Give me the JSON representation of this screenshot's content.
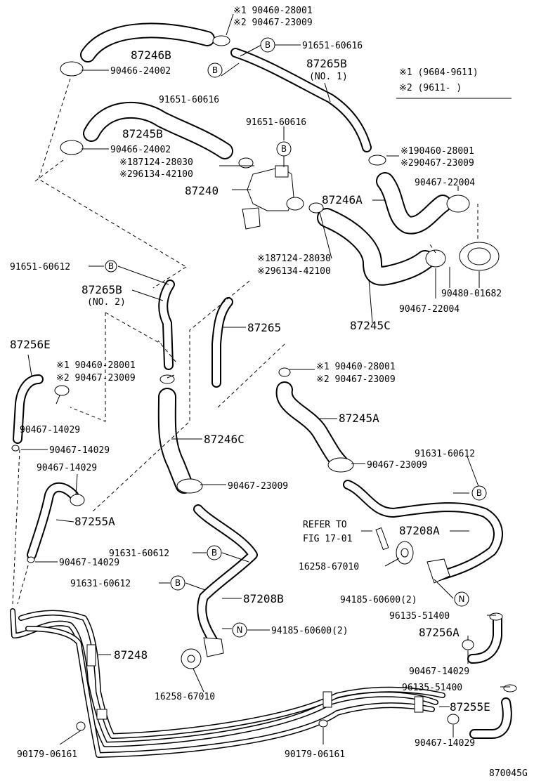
{
  "note": {
    "line1": "※1 (9604-9611)",
    "line2": "※2 (9611-     )"
  },
  "labels": [
    {
      "id": "l01",
      "text": "※1 90460-28001"
    },
    {
      "id": "l02",
      "text": "※2 90467-23009"
    },
    {
      "id": "l03",
      "text": "91651-60616"
    },
    {
      "id": "l04",
      "text": "87246B"
    },
    {
      "id": "l05",
      "text": "87265B"
    },
    {
      "id": "l06",
      "text": "(NO. 1)"
    },
    {
      "id": "l07",
      "text": "90466-24002"
    },
    {
      "id": "l08",
      "text": "91651-60616"
    },
    {
      "id": "l09",
      "text": "91651-60616"
    },
    {
      "id": "l10",
      "text": "87245B"
    },
    {
      "id": "l11",
      "text": "90466-24002"
    },
    {
      "id": "l12",
      "text": "※187124-28030"
    },
    {
      "id": "l13",
      "text": "※296134-42100"
    },
    {
      "id": "l14",
      "text": "※190460-28001"
    },
    {
      "id": "l15",
      "text": "※290467-23009"
    },
    {
      "id": "l16",
      "text": "87240"
    },
    {
      "id": "l17",
      "text": "87246A"
    },
    {
      "id": "l18",
      "text": "90467-22004"
    },
    {
      "id": "l19",
      "text": "91651-60612"
    },
    {
      "id": "l20",
      "text": "※187124-28030"
    },
    {
      "id": "l21",
      "text": "※296134-42100"
    },
    {
      "id": "l22",
      "text": "87265B"
    },
    {
      "id": "l23",
      "text": "(NO. 2)"
    },
    {
      "id": "l24",
      "text": "90480-01682"
    },
    {
      "id": "l25",
      "text": "90467-22004"
    },
    {
      "id": "l26",
      "text": "87265"
    },
    {
      "id": "l27",
      "text": "87245C"
    },
    {
      "id": "l28",
      "text": "87256E"
    },
    {
      "id": "l29",
      "text": "※1 90460-28001"
    },
    {
      "id": "l30",
      "text": "※2 90467-23009"
    },
    {
      "id": "l31",
      "text": "※1 90460-28001"
    },
    {
      "id": "l32",
      "text": "※2 90467-23009"
    },
    {
      "id": "l33",
      "text": "87245A"
    },
    {
      "id": "l34",
      "text": "90467-14029"
    },
    {
      "id": "l35",
      "text": "87246C"
    },
    {
      "id": "l36",
      "text": "91631-60612"
    },
    {
      "id": "l37",
      "text": "90467-14029"
    },
    {
      "id": "l38",
      "text": "90467-23009"
    },
    {
      "id": "l39",
      "text": "90467-14029"
    },
    {
      "id": "l40",
      "text": "90467-23009"
    },
    {
      "id": "l41",
      "text": "87255A"
    },
    {
      "id": "l42",
      "text": "REFER TO"
    },
    {
      "id": "l43",
      "text": "87208A"
    },
    {
      "id": "l44",
      "text": "FIG 17-01"
    },
    {
      "id": "l45",
      "text": "91631-60612"
    },
    {
      "id": "l46",
      "text": "90467-14029"
    },
    {
      "id": "l47",
      "text": "16258-67010"
    },
    {
      "id": "l48",
      "text": "91631-60612"
    },
    {
      "id": "l49",
      "text": "87208B"
    },
    {
      "id": "l50",
      "text": "94185-60600(2)"
    },
    {
      "id": "l51",
      "text": "96135-51400"
    },
    {
      "id": "l52",
      "text": "94185-60600(2)"
    },
    {
      "id": "l53",
      "text": "87256A"
    },
    {
      "id": "l54",
      "text": "87248"
    },
    {
      "id": "l55",
      "text": "90467-14029"
    },
    {
      "id": "l56",
      "text": "16258-67010"
    },
    {
      "id": "l57",
      "text": "96135-51400"
    },
    {
      "id": "l58",
      "text": "87255E"
    },
    {
      "id": "l59",
      "text": "90179-06161"
    },
    {
      "id": "l60",
      "text": "90179-06161"
    },
    {
      "id": "l61",
      "text": "90467-14029"
    },
    {
      "id": "l62",
      "text": "870045G"
    }
  ],
  "markers": {
    "b": "B",
    "n": "N"
  }
}
